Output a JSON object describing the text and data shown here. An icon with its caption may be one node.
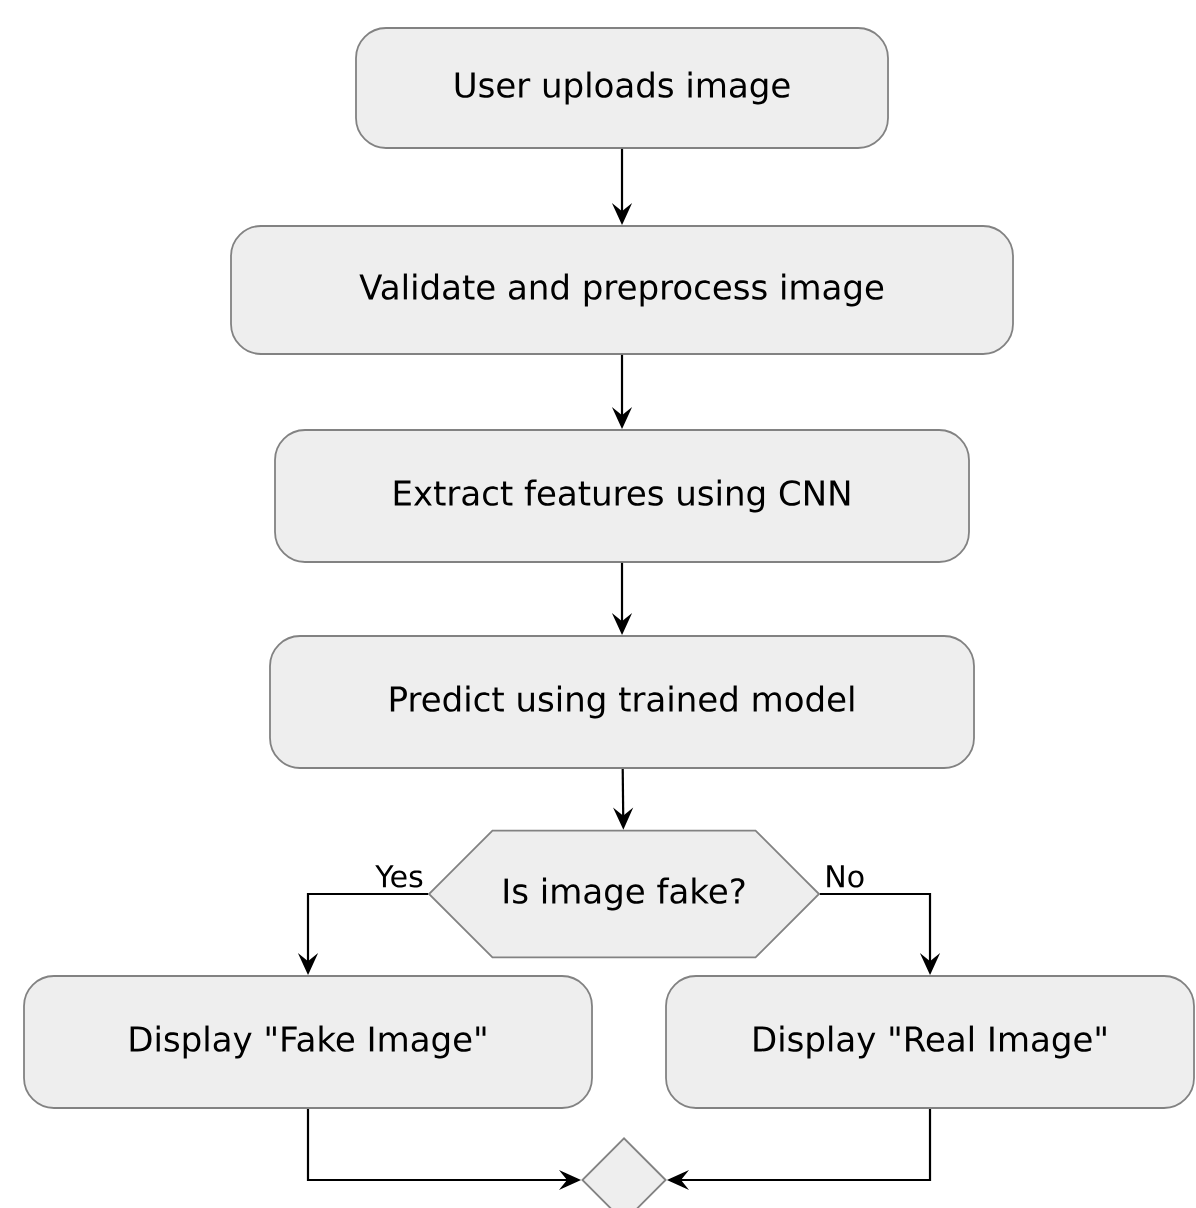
{
  "diagram": {
    "nodes": [
      {
        "text": [
          "User uploads image"
        ]
      },
      {
        "text": [
          "Validate and preprocess image"
        ]
      },
      {
        "text": [
          "Extract features using CNN"
        ]
      },
      {
        "text": [
          "Predict using trained model"
        ]
      },
      {
        "text": [
          "Is image fake?"
        ]
      },
      {
        "text": [
          "Display \"Fake Image\""
        ]
      },
      {
        "text": [
          "Display \"Real Image\""
        ]
      },
      {
        "text": [],
        "shape": "diamond"
      }
    ],
    "edges": [
      {
        "from": 0,
        "to": 1,
        "arrow": "to"
      },
      {
        "from": 1,
        "to": 2,
        "arrow": "to"
      },
      {
        "from": 2,
        "to": 3,
        "arrow": "to"
      },
      {
        "from": 3,
        "to": 4,
        "arrow": "to"
      },
      {
        "from": 4,
        "to": 5,
        "arrow": "to",
        "label": "Yes"
      },
      {
        "from": 4,
        "to": 6,
        "arrow": "to",
        "label": "No"
      },
      {
        "from": 5,
        "to": 7,
        "arrow": "to"
      },
      {
        "from": 6,
        "to": 7,
        "arrow": "to"
      }
    ]
  }
}
